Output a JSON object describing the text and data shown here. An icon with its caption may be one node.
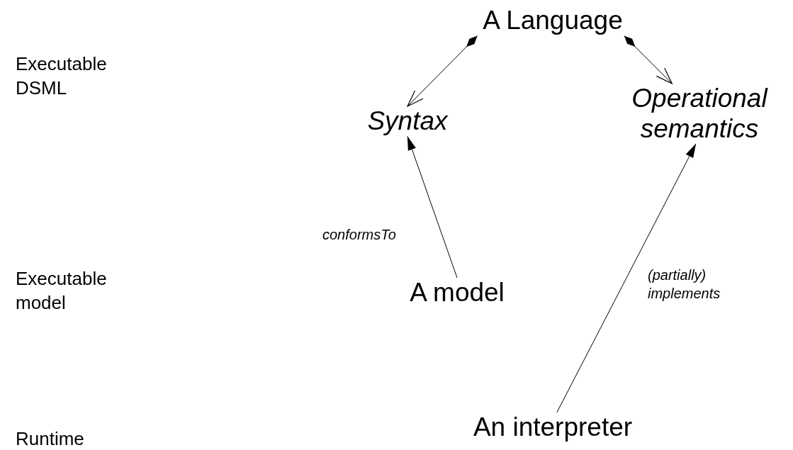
{
  "diagram": {
    "nodes": [
      {
        "text": [
          "A Language"
        ]
      },
      {
        "text": [
          "Syntax"
        ]
      },
      {
        "text": [
          "Operational semantics"
        ]
      },
      {
        "text": [
          "A model"
        ]
      },
      {
        "text": [
          "An interpreter"
        ]
      }
    ],
    "edges": [
      {
        "from": 0,
        "to": 1,
        "arrow": "to"
      },
      {
        "from": 0,
        "to": 2,
        "arrow": "to"
      },
      {
        "from": 3,
        "to": 1,
        "arrow": "to",
        "label": "conformsTo"
      },
      {
        "from": 4,
        "to": 2,
        "arrow": "to",
        "label": "(partially) implements"
      }
    ],
    "labels": [
      "Executable DSML",
      "Executable model",
      "Runtime"
    ]
  }
}
